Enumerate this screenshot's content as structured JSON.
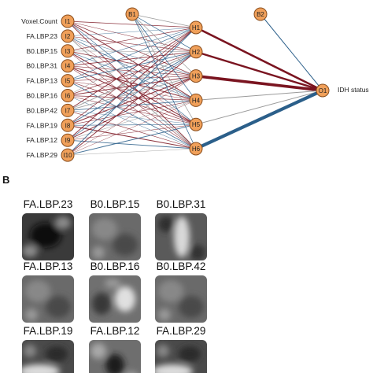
{
  "network": {
    "input_labels": [
      "Voxel.Count",
      "FA.LBP.23",
      "B0.LBP.15",
      "B0.LBP.31",
      "FA.LBP.13",
      "B0.LBP.16",
      "B0.LBP.42",
      "FA.LBP.19",
      "FA.LBP.12",
      "FA.LBP.29"
    ],
    "input_nodes": [
      "I1",
      "I2",
      "I3",
      "I4",
      "I5",
      "I6",
      "I7",
      "I8",
      "I9",
      "I10"
    ],
    "bias1": "B1",
    "hidden_nodes": [
      "H1",
      "H2",
      "H3",
      "H4",
      "H5",
      "H6"
    ],
    "bias2": "B2",
    "output_node": "O1",
    "output_label": "IDH status",
    "colors": {
      "node_fill": "#f0a05a",
      "positive_weight": "#7a1420",
      "negative_weight": "#2b5f8a",
      "light_weight": "#9a9a9a"
    },
    "hidden_to_output": [
      {
        "from": "H1",
        "sign": "positive",
        "strength": 0.55
      },
      {
        "from": "H2",
        "sign": "positive",
        "strength": 0.5
      },
      {
        "from": "H3",
        "sign": "positive",
        "strength": 0.85
      },
      {
        "from": "H4",
        "sign": "neutral",
        "strength": 0.12
      },
      {
        "from": "H5",
        "sign": "neutral",
        "strength": 0.1
      },
      {
        "from": "H6",
        "sign": "negative",
        "strength": 1.0
      }
    ]
  },
  "panel_b": {
    "letter": "B",
    "patches": [
      {
        "title": "FA.LBP.23",
        "texture": "dark-blob"
      },
      {
        "title": "B0.LBP.15",
        "texture": "mid-gray"
      },
      {
        "title": "B0.LBP.31",
        "texture": "bright-streak"
      },
      {
        "title": "FA.LBP.13",
        "texture": "mid-gray"
      },
      {
        "title": "B0.LBP.16",
        "texture": "bright-spot"
      },
      {
        "title": "B0.LBP.42",
        "texture": "mid-gray"
      },
      {
        "title": "FA.LBP.19",
        "texture": "bright-arc"
      },
      {
        "title": "FA.LBP.12",
        "texture": "dark-center"
      },
      {
        "title": "FA.LBP.29",
        "texture": "bright-arc"
      }
    ]
  }
}
